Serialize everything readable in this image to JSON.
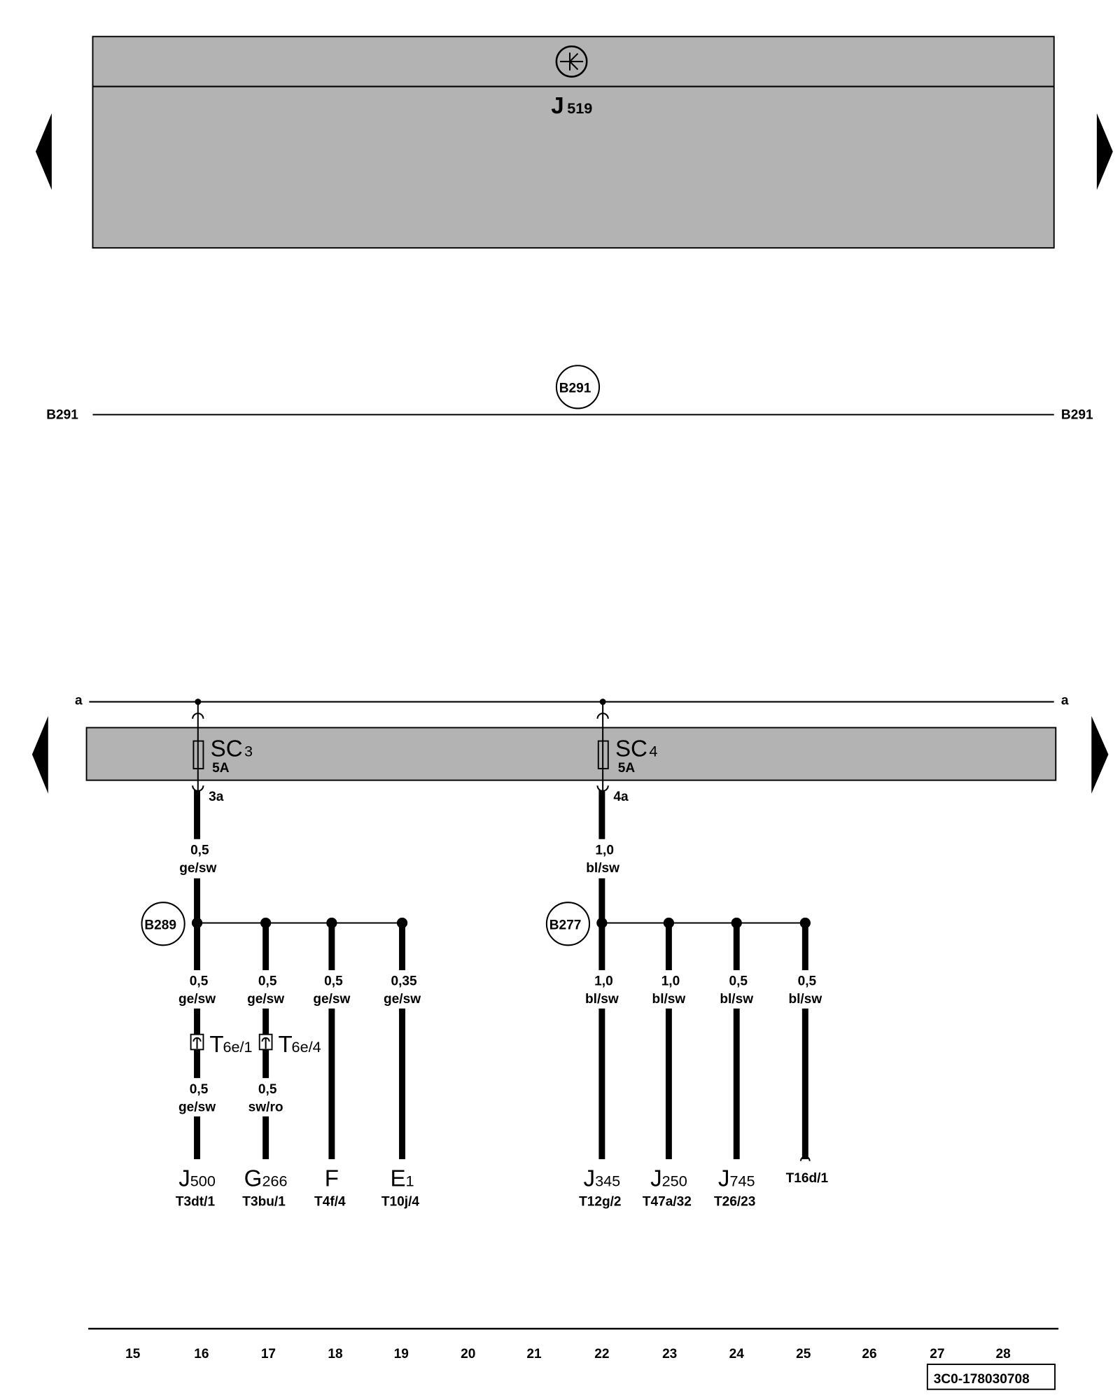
{
  "colors": {
    "panel": "#b3b3b3",
    "line": "#000000"
  },
  "control_unit": {
    "name": "J",
    "sub": "519",
    "symbol": "ground-symbol-icon"
  },
  "bus": {
    "left_label": "B291",
    "right_label": "B291",
    "node_label": "B291"
  },
  "supply": {
    "left_label": "a",
    "right_label": "a"
  },
  "fuses": [
    {
      "name": "SC",
      "sub": "3",
      "rating": "5A",
      "pin": "3a",
      "wire_size": "0,5",
      "wire_color": "ge/sw",
      "node": "B289"
    },
    {
      "name": "SC",
      "sub": "4",
      "rating": "5A",
      "pin": "4a",
      "wire_size": "1,0",
      "wire_color": "bl/sw",
      "node": "B277"
    }
  ],
  "branches": [
    {
      "size": "0,5",
      "color": "ge/sw",
      "connector": "T",
      "connector_sub": "6e/1",
      "size2": "0,5",
      "color2": "ge/sw",
      "comp": "J",
      "comp_sub": "500",
      "pin": "T3dt/1"
    },
    {
      "size": "0,5",
      "color": "ge/sw",
      "connector": "T",
      "connector_sub": "6e/4",
      "size2": "0,5",
      "color2": "sw/ro",
      "comp": "G",
      "comp_sub": "266",
      "pin": "T3bu/1"
    },
    {
      "size": "0,5",
      "color": "ge/sw",
      "comp": "F",
      "comp_sub": "",
      "pin": "T4f/4"
    },
    {
      "size": "0,35",
      "color": "ge/sw",
      "comp": "E",
      "comp_sub": "1",
      "pin": "T10j/4"
    },
    {
      "size": "1,0",
      "color": "bl/sw",
      "comp": "J",
      "comp_sub": "345",
      "pin": "T12g/2"
    },
    {
      "size": "1,0",
      "color": "bl/sw",
      "comp": "J",
      "comp_sub": "250",
      "pin": "T47a/32"
    },
    {
      "size": "0,5",
      "color": "bl/sw",
      "comp": "J",
      "comp_sub": "745",
      "pin": "T26/23"
    },
    {
      "size": "0,5",
      "color": "bl/sw",
      "pin": "T16d/1"
    }
  ],
  "footer": {
    "tracks": [
      "15",
      "16",
      "17",
      "18",
      "19",
      "20",
      "21",
      "22",
      "23",
      "24",
      "25",
      "26",
      "27",
      "28"
    ],
    "doc_id": "3C0-178030708"
  }
}
